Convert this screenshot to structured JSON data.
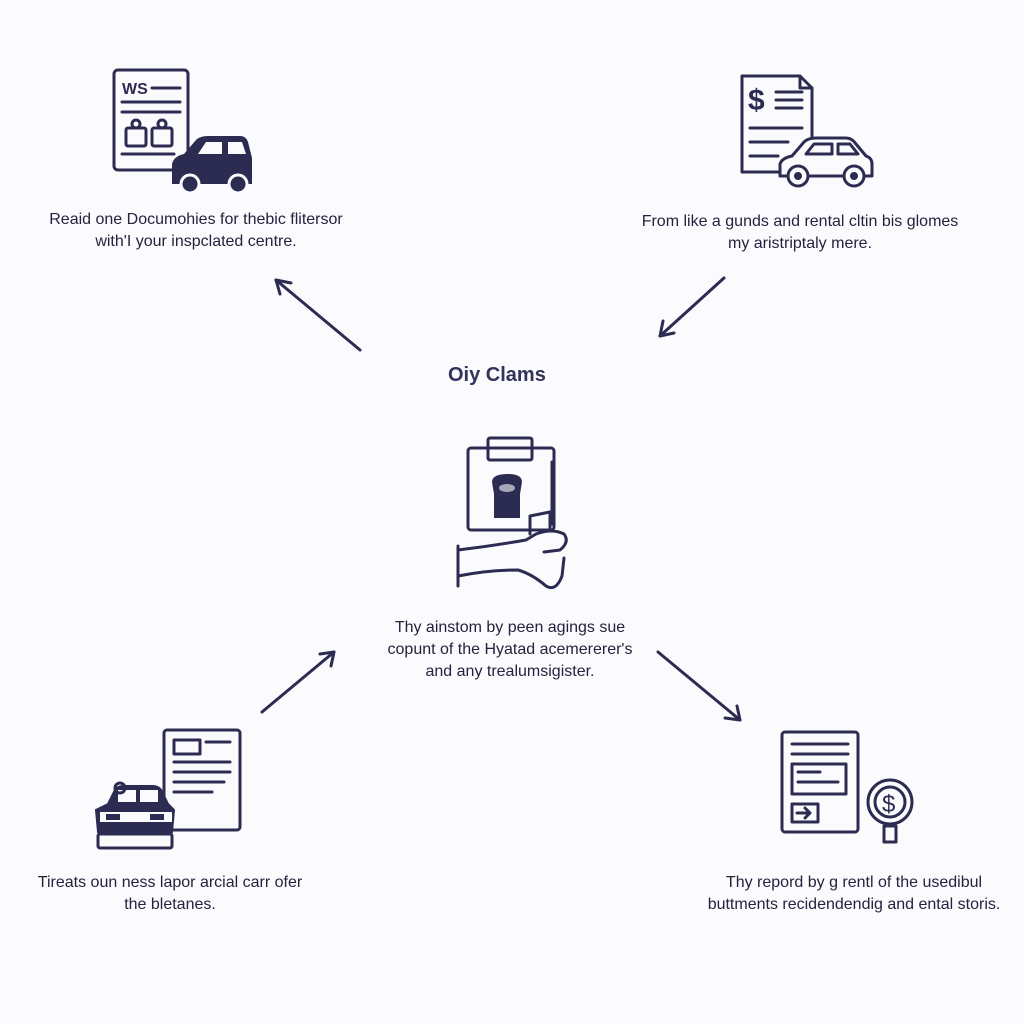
{
  "center": {
    "title": "Oiy Clams",
    "caption_lines": [
      "Thy ainstom by peen agings sue",
      "copunt of the Hyatad acemererer's",
      "and any trealumsigister."
    ],
    "icon": "clipboard-hand-icon"
  },
  "steps": [
    {
      "position": "top-left",
      "icon": "document-car-icon",
      "doc_badge": "WS",
      "caption_lines": [
        "Reaid one Documohies for thebic flitersor",
        "with'I your inspclated centre."
      ]
    },
    {
      "position": "top-right",
      "icon": "invoice-car-icon",
      "doc_badge": "$",
      "caption_lines": [
        "From like a gunds and rental cltin bis glomes",
        "my aristriptaly mere."
      ]
    },
    {
      "position": "bottom-left",
      "icon": "document-jeep-icon",
      "caption_lines": [
        "Tireats oun ness lapor arcial carr ofer",
        "the bletanes."
      ]
    },
    {
      "position": "bottom-right",
      "icon": "document-dollar-icon",
      "doc_badge": "$",
      "caption_lines": [
        "Thy repord by g rentl of the usedibul",
        "buttments recidendendig and ental storis."
      ]
    }
  ],
  "arrows": [
    "center-to-top-left",
    "top-right-to-center",
    "bottom-left-to-center",
    "center-to-bottom-right"
  ],
  "colors": {
    "ink": "#2c2b52",
    "text": "#24233f",
    "background": "#fbfbfd"
  }
}
